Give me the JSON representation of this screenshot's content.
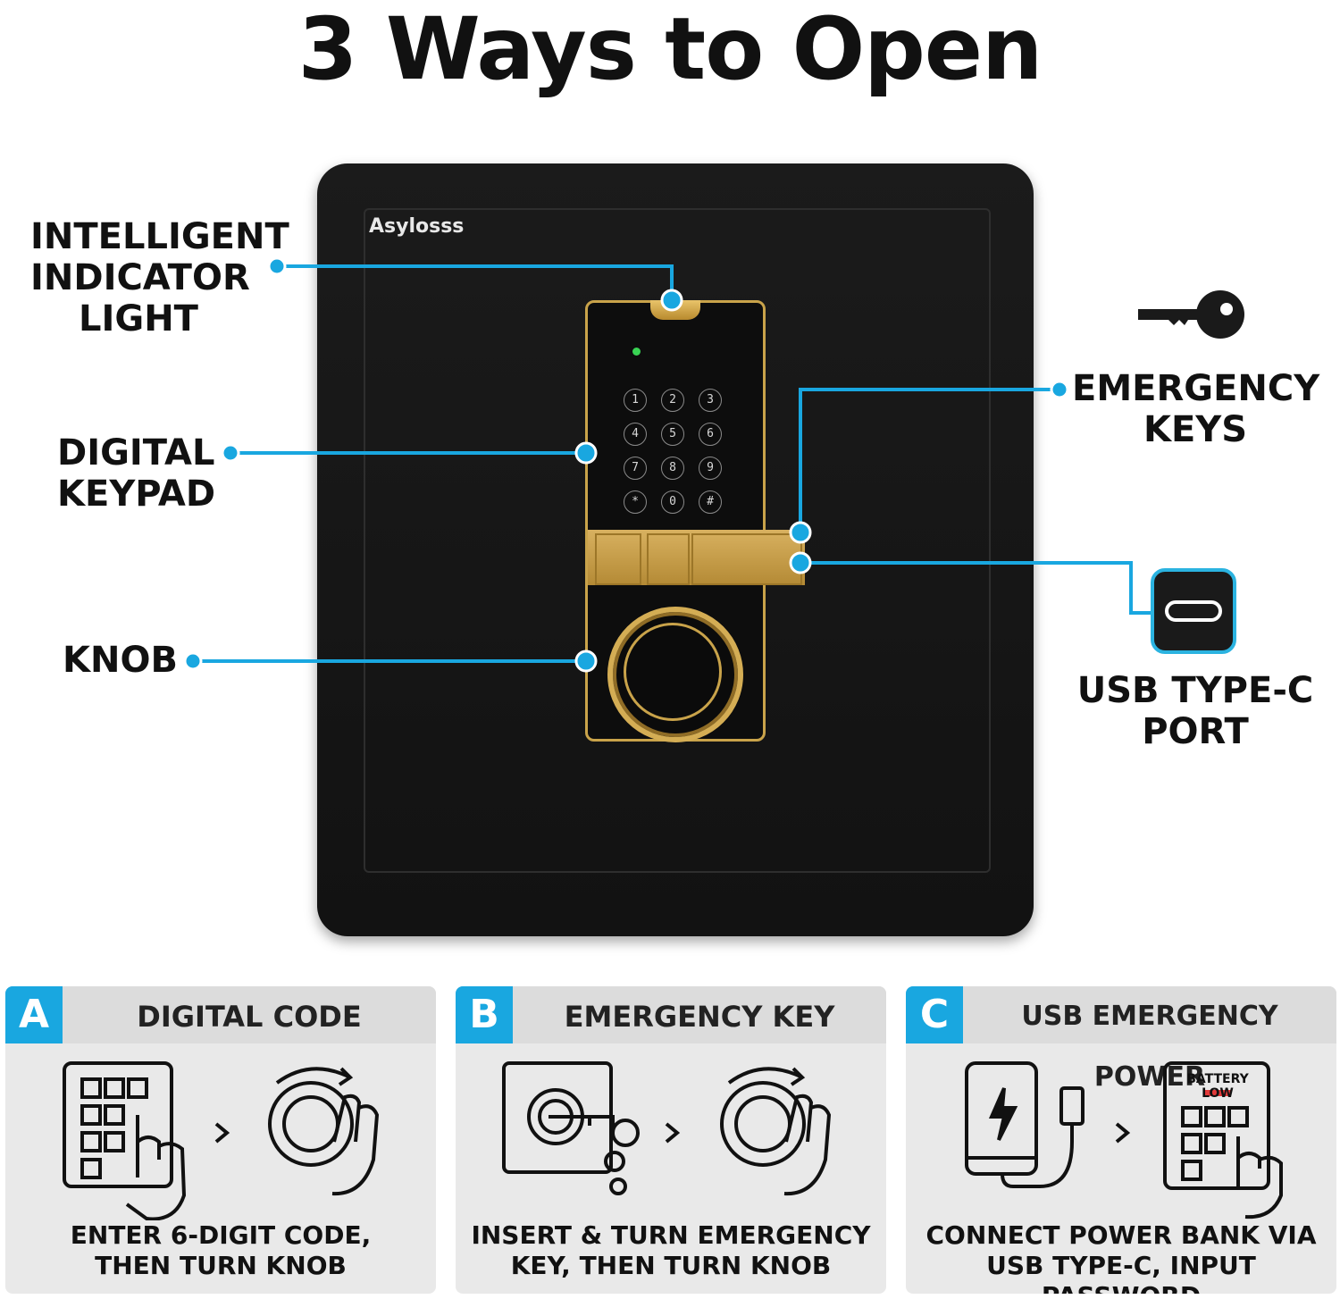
{
  "title": "3 Ways to Open",
  "brand": "Asylosss",
  "callouts": {
    "indicator_light": [
      "INTELLIGENT",
      "INDICATOR",
      "LIGHT"
    ],
    "digital_keypad": [
      "DIGITAL",
      "KEYPAD"
    ],
    "knob": "KNOB",
    "emergency_keys": [
      "EMERGENCY",
      "KEYS"
    ],
    "usb_port": [
      "USB TYPE-C",
      "PORT"
    ]
  },
  "keypad_keys": [
    "1",
    "2",
    "3",
    "4",
    "5",
    "6",
    "7",
    "8",
    "9",
    "*",
    "0",
    "#"
  ],
  "methods": [
    {
      "letter": "A",
      "title": "DIGITAL CODE",
      "caption": [
        "ENTER 6-DIGIT CODE,",
        "THEN TURN KNOB"
      ]
    },
    {
      "letter": "B",
      "title": "EMERGENCY KEY",
      "caption": [
        "INSERT & TURN EMERGENCY",
        "KEY, THEN TURN KNOB"
      ]
    },
    {
      "letter": "C",
      "title": "USB EMERGENCY POWER",
      "caption": [
        "CONNECT POWER BANK VIA",
        "USB TYPE-C, INPUT PASSWORD"
      ],
      "battery_label": "BATTERY LOW"
    }
  ],
  "colors": {
    "accent": "#19a7e0",
    "gold": "#c9a34a",
    "safe": "#151515"
  }
}
